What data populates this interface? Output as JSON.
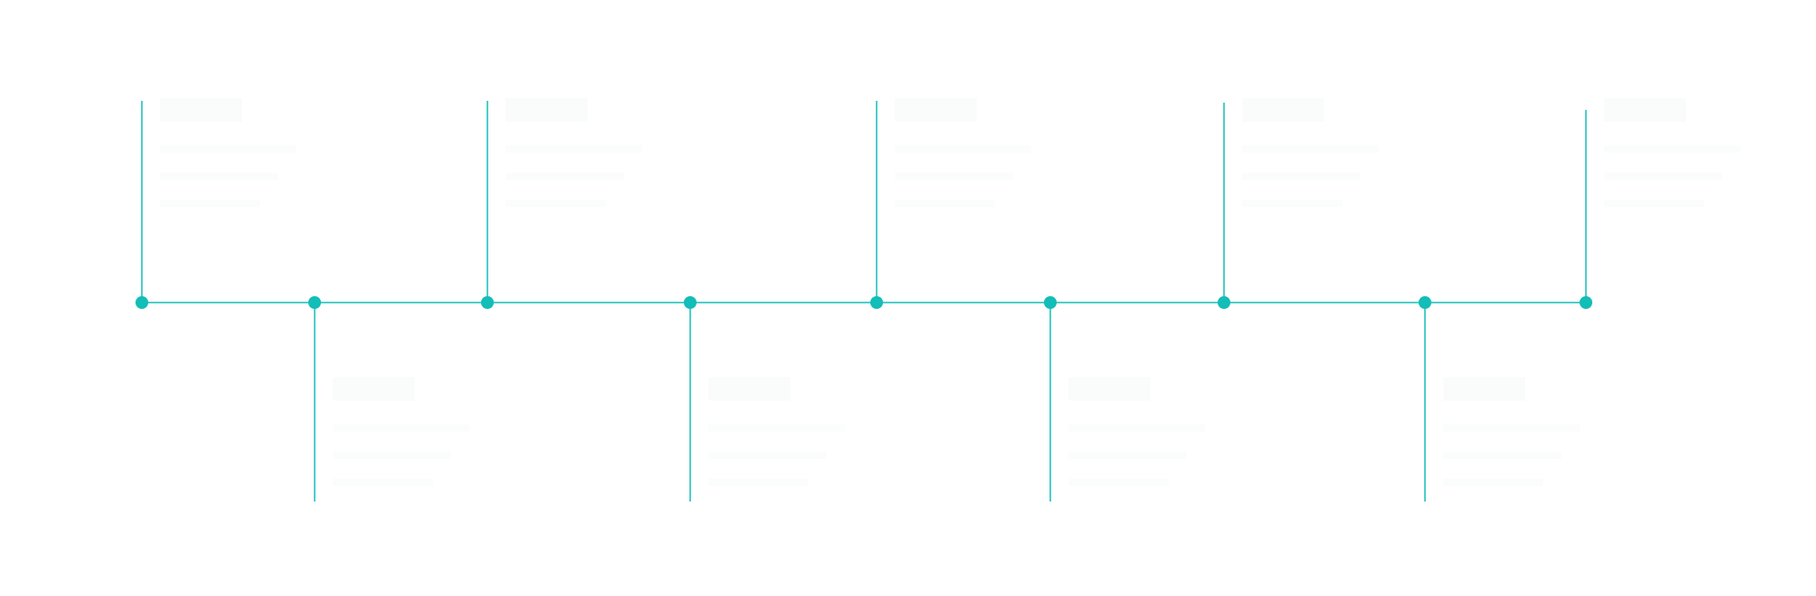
{
  "colors": {
    "background": "#ffffff",
    "accent": "#13bdb8"
  },
  "timeline": {
    "milestones": [
      {
        "side": "top"
      },
      {
        "side": "bottom"
      },
      {
        "side": "top"
      },
      {
        "side": "bottom"
      },
      {
        "side": "top"
      },
      {
        "side": "bottom"
      },
      {
        "side": "top"
      },
      {
        "side": "bottom"
      },
      {
        "side": "top"
      }
    ]
  }
}
